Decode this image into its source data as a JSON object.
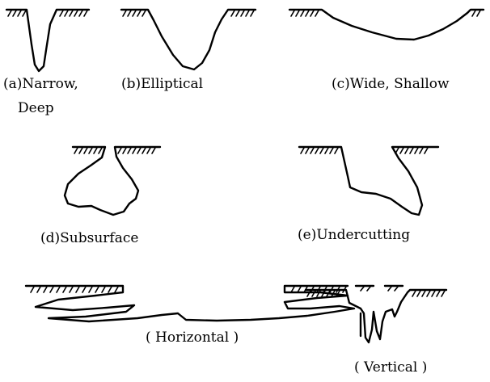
{
  "diagram": {
    "panels": [
      {
        "id": "a",
        "label": "(a)Narrow,",
        "label2": "Deep"
      },
      {
        "id": "b",
        "label": "(b)Elliptical"
      },
      {
        "id": "c",
        "label": "(c)Wide, Shallow"
      },
      {
        "id": "d",
        "label": "(d)Subsurface"
      },
      {
        "id": "e",
        "label": "(e)Undercutting"
      },
      {
        "id": "h",
        "label": "( Horizontal )"
      },
      {
        "id": "v",
        "label": "( Vertical )"
      }
    ]
  }
}
